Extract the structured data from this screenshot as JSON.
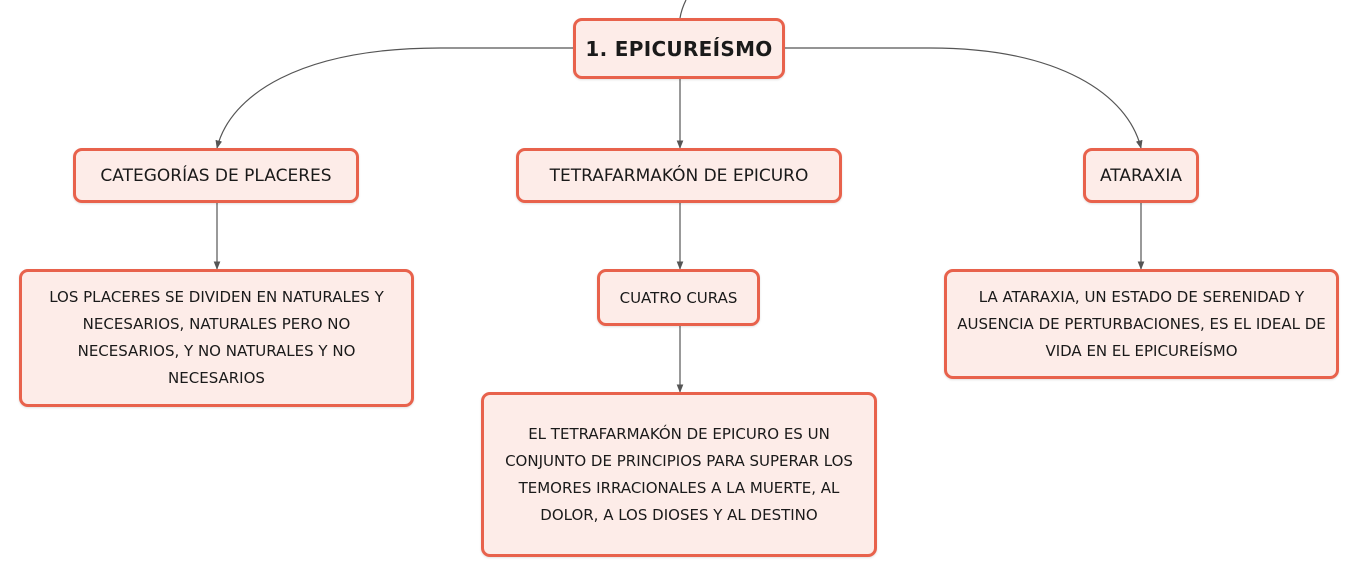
{
  "diagram": {
    "root": "1. EPICUREÍSMO",
    "branches": [
      {
        "title": "CATEGORÍAS DE PLACERES",
        "detail": "LOS PLACERES SE DIVIDEN EN NATURALES Y NECESARIOS, NATURALES PERO NO NECESARIOS, Y NO NATURALES Y NO NECESARIOS"
      },
      {
        "title": "TETRAFARMAKÓN DE EPICURO",
        "sub": "CUATRO CURAS",
        "detail": "EL TETRAFARMAKÓN DE EPICURO ES UN CONJUNTO DE PRINCIPIOS PARA SUPERAR LOS TEMORES IRRACIONALES A LA MUERTE, AL DOLOR, A LOS DIOSES Y AL DESTINO"
      },
      {
        "title": "ATARAXIA",
        "detail": "LA ATARAXIA, UN ESTADO DE SERENIDAD Y AUSENCIA DE PERTURBACIONES, ES EL IDEAL DE VIDA EN EL EPICUREÍSMO"
      }
    ]
  },
  "colors": {
    "border": "#e8624c",
    "fill": "#fdece8",
    "connector": "#555555"
  }
}
